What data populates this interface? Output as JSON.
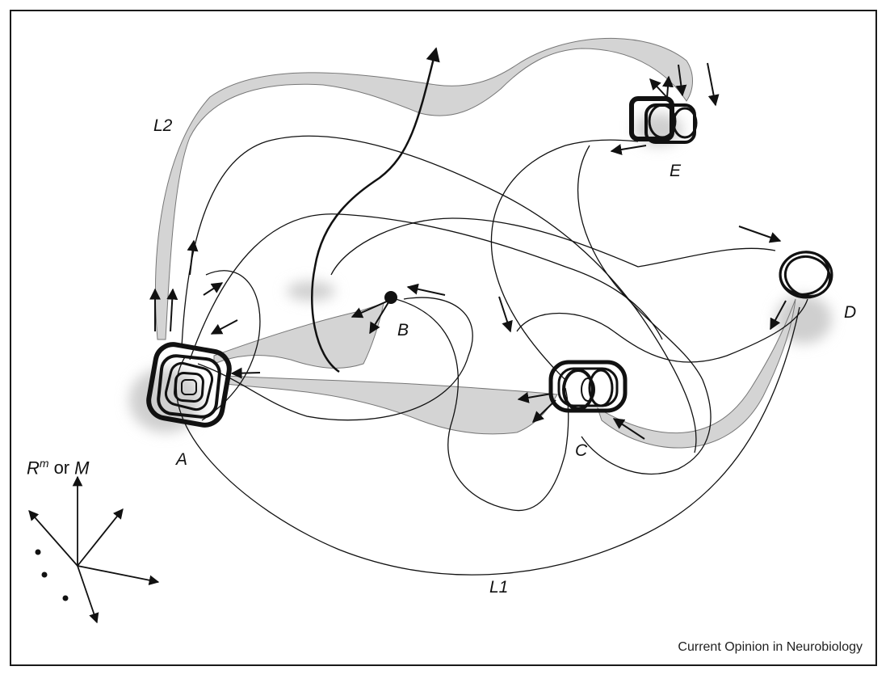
{
  "labels": {
    "attractor_a": "A",
    "attractor_b": "B",
    "attractor_c": "C",
    "attractor_d": "D",
    "attractor_e": "E",
    "trajectory_l1": "L1",
    "trajectory_l2": "L2"
  },
  "axes": {
    "r": "R",
    "m_superscript": "m",
    "or": "or",
    "m": "M"
  },
  "caption": "Current Opinion in Neurobiology",
  "colors": {
    "line": "#111111",
    "ribbon": "#d4d4d4",
    "frame": "#1a1a1a"
  }
}
